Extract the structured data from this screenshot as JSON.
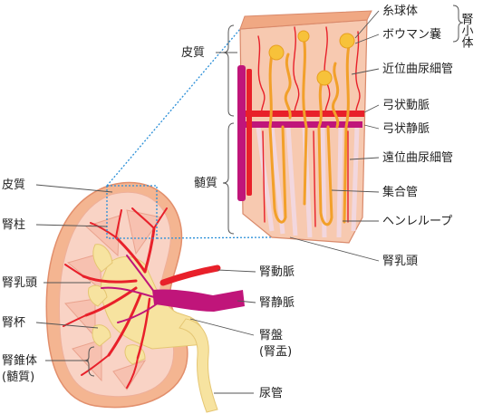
{
  "colors": {
    "outer_cortex": "#f4b591",
    "inner_tissue": "#f9d3c5",
    "artery": "#e8202a",
    "vein": "#c0157a",
    "tubule": "#f2a02a",
    "ureter": "#f7e3a0",
    "leader": "#555555",
    "zoom_dots": "#2a8fd8"
  },
  "labels": {
    "glomerulus": "糸球体",
    "bowman_capsule": "ボウマン嚢",
    "renal_corpuscle": "腎小体",
    "cortex_top": "皮質",
    "proximal_tubule": "近位曲尿細管",
    "arcuate_artery": "弓状動脈",
    "arcuate_vein": "弓状静脈",
    "distal_tubule": "遠位曲尿細管",
    "medulla": "髄質",
    "collecting_duct": "集合管",
    "loop_of_henle": "ヘンレループ",
    "renal_papilla_right": "腎乳頭",
    "cortex_left": "皮質",
    "renal_column": "腎柱",
    "renal_papilla_left": "腎乳頭",
    "renal_artery": "腎動脈",
    "renal_vein": "腎静脈",
    "renal_calyx": "腎杯",
    "renal_pelvis": "腎盤",
    "renal_pelvis_alt": "(腎盂)",
    "renal_pyramid": "腎錐体",
    "renal_pyramid_alt": "(髄質)",
    "ureter": "尿管"
  }
}
